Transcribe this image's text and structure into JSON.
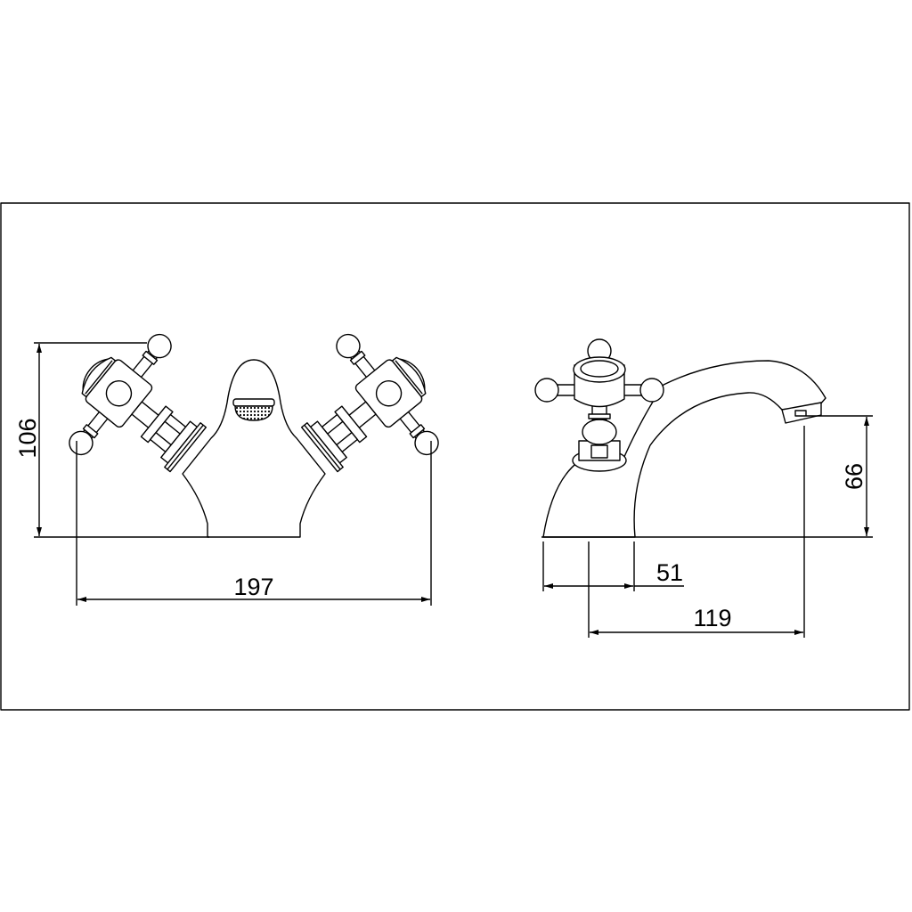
{
  "drawing": {
    "front_view": {
      "height_dim": "106",
      "width_dim": "197"
    },
    "side_view": {
      "spout_height_dim": "66",
      "base_depth_dim": "51",
      "spout_reach_dim": "119"
    }
  },
  "colors": {
    "line": "#000000",
    "background": "#ffffff"
  }
}
